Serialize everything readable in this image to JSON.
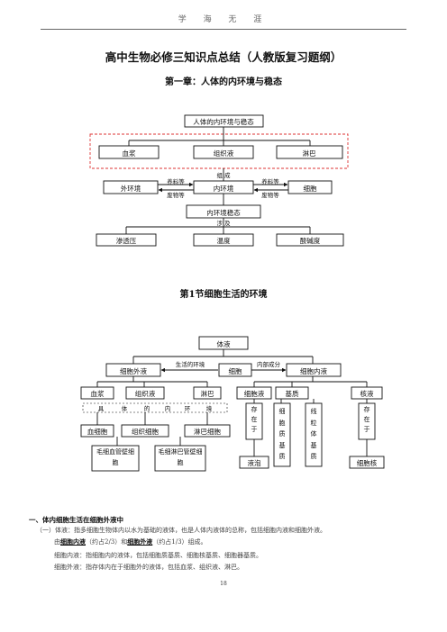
{
  "header": {
    "text": "学 海 无 涯"
  },
  "title": "高中生物必修三知识点总结（人教版复习题纲）",
  "chapter_title": "第一章：人体的内环境与稳态",
  "diagram1": {
    "top_box": "人体的内环境与稳态",
    "fluids": [
      "血浆",
      "组织液",
      "淋巴"
    ],
    "compose_label": "组  成",
    "outer": "外环境",
    "inner": "内环境",
    "cell": "细胞",
    "nutrients": "养料等",
    "wastes": "废物等",
    "homeostasis": "内环境稳态",
    "include_label": "涉  及",
    "factors": [
      "渗透压",
      "温度",
      "酸碱度"
    ]
  },
  "section_title": "第1节细胞生活的环境",
  "diagram2": {
    "root": "体液",
    "extracellular": "细胞外液",
    "cell": "细胞",
    "intracellular": "细胞内液",
    "living_env": "生活的环境",
    "inner_comp": "内部成分",
    "ext_items": [
      "血浆",
      "组织液",
      "淋巴"
    ],
    "int_items": [
      "细胞液",
      "基质",
      "核液"
    ],
    "live_chars": [
      "具",
      "体",
      "的",
      "内",
      "环",
      "境"
    ],
    "cells": [
      "血细胞",
      "组织细胞",
      "淋巴细胞"
    ],
    "capillary1": "毛细血管壁细胞",
    "capillary2": "毛细淋巴管壁细胞",
    "exist_in": "存在于",
    "cell_matrix": "细胞质基质",
    "organelle_matrix": "线粒体基质",
    "vacuole": "液泡",
    "nucleus": "细胞核"
  },
  "text": {
    "heading": "一、体内细胞生活在细胞外液中",
    "line1": "（一）体液：指多细胞生物体内以水为基础的液体，也是人体内液体的总称，包括细胞内液和细胞外液。",
    "line2_prefix": "由",
    "line2_bold1": "细胞内液",
    "line2_mid": "（约占2/3）和",
    "line2_bold2": "细胞外液",
    "line2_suffix": "（约占1/3）组成。",
    "line3": "细胞内液：指细胞内的液体，包括细胞质基质、细胞核基质、细胞器基质。",
    "line4": "细胞外液：指存体内在于细胞外的液体，包括血浆、组织液、淋巴。"
  },
  "page_number": "18"
}
